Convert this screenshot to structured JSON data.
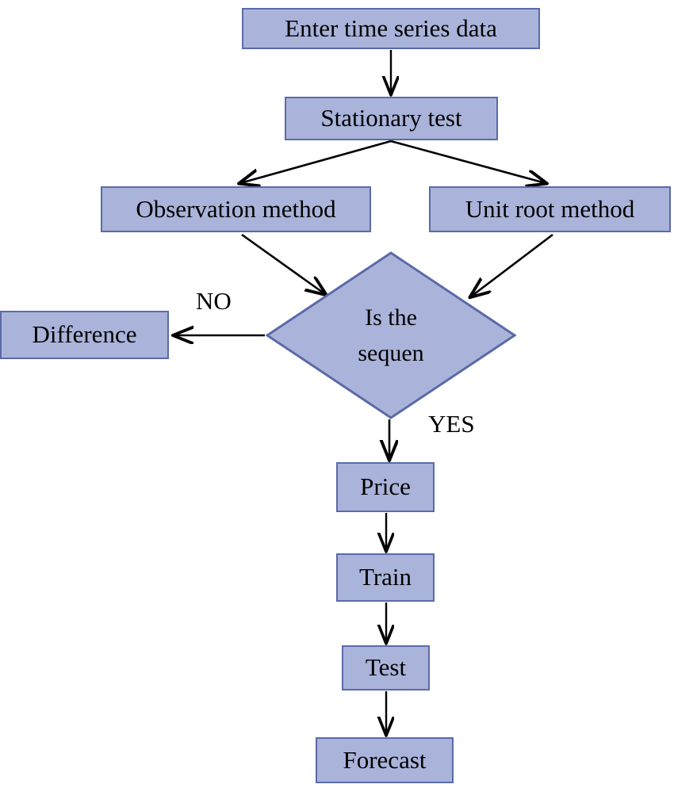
{
  "diagram": {
    "title": "Time series forecasting flowchart",
    "colors": {
      "node_fill": "#aab4da",
      "node_border": "#5b6aa8",
      "edge": "#000000",
      "background": "#ffffff",
      "text": "#000000"
    },
    "nodes": [
      {
        "id": "enter",
        "label": "Enter time series data",
        "shape": "rectangle"
      },
      {
        "id": "stat",
        "label": "Stationary test",
        "shape": "rectangle"
      },
      {
        "id": "obs",
        "label": "Observation method",
        "shape": "rectangle"
      },
      {
        "id": "unit",
        "label": "Unit root method",
        "shape": "rectangle"
      },
      {
        "id": "decision",
        "label": "Is the\nsequen",
        "shape": "diamond"
      },
      {
        "id": "diff",
        "label": "Difference",
        "shape": "rectangle"
      },
      {
        "id": "price",
        "label": "Price",
        "shape": "rectangle"
      },
      {
        "id": "train",
        "label": "Train",
        "shape": "rectangle"
      },
      {
        "id": "test",
        "label": "Test",
        "shape": "rectangle"
      },
      {
        "id": "forecast",
        "label": "Forecast",
        "shape": "rectangle"
      }
    ],
    "edge_labels": [
      {
        "id": "no",
        "label": "NO"
      },
      {
        "id": "yes",
        "label": "YES"
      }
    ],
    "edges": [
      {
        "from": "enter",
        "to": "stat",
        "label": ""
      },
      {
        "from": "stat",
        "to": "obs",
        "label": ""
      },
      {
        "from": "stat",
        "to": "unit",
        "label": ""
      },
      {
        "from": "obs",
        "to": "decision",
        "label": ""
      },
      {
        "from": "unit",
        "to": "decision",
        "label": ""
      },
      {
        "from": "decision",
        "to": "diff",
        "label": "NO"
      },
      {
        "from": "decision",
        "to": "price",
        "label": "YES"
      },
      {
        "from": "price",
        "to": "train",
        "label": ""
      },
      {
        "from": "train",
        "to": "test",
        "label": ""
      },
      {
        "from": "test",
        "to": "forecast",
        "label": ""
      }
    ]
  }
}
